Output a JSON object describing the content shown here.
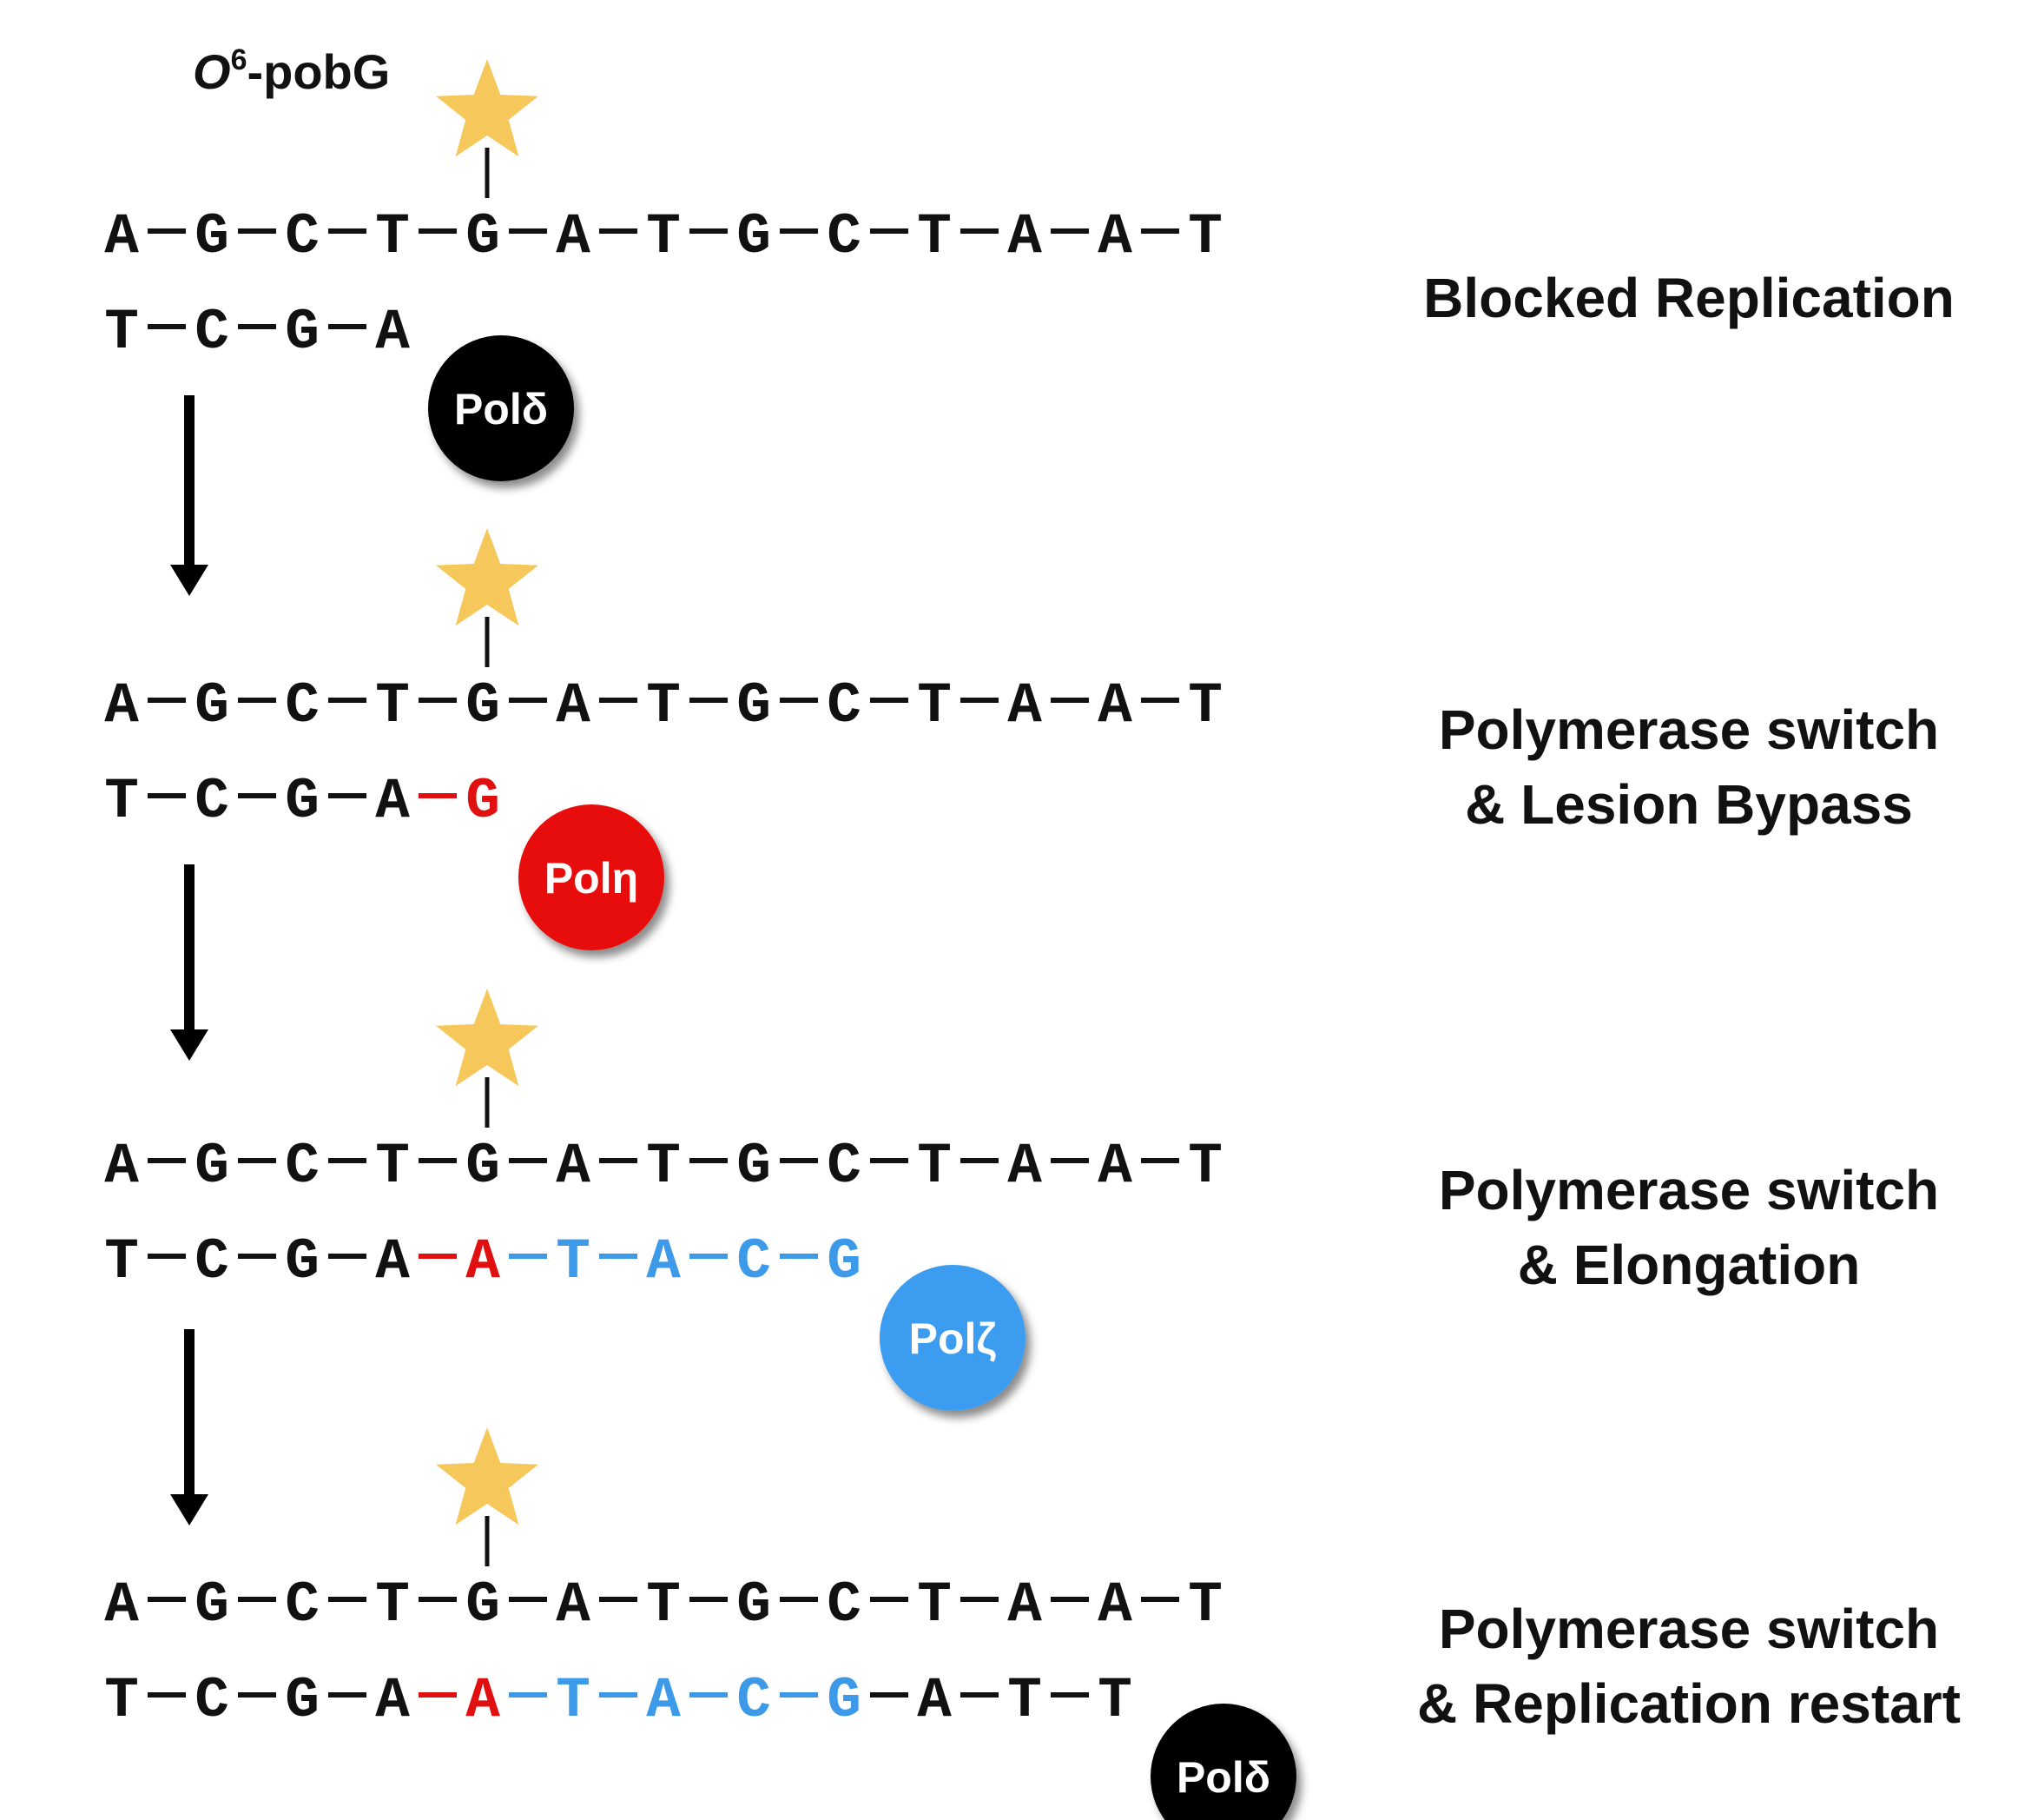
{
  "lesion": {
    "name_italic": "O",
    "name_sup": "6",
    "name_rest": "-pobG"
  },
  "colors": {
    "star": "#f6c85c",
    "black": "#111111",
    "red": "#e01010",
    "blue": "#3d9ae8",
    "pol_delta": "#000000",
    "pol_eta": "#e80f0f",
    "pol_zeta": "#3b9cf0"
  },
  "template_strand": [
    "A",
    "G",
    "C",
    "T",
    "G",
    "A",
    "T",
    "G",
    "C",
    "T",
    "A",
    "A",
    "T"
  ],
  "lesion_index": 4,
  "steps": [
    {
      "label_lines": [
        "Blocked Replication"
      ],
      "primer": [
        {
          "base": "T",
          "color": "black"
        },
        {
          "base": "C",
          "color": "black"
        },
        {
          "base": "G",
          "color": "black"
        },
        {
          "base": "A",
          "color": "black"
        }
      ],
      "polymerase": {
        "name": "Polδ",
        "color": "pol_delta"
      }
    },
    {
      "label_lines": [
        "Polymerase switch",
        "& Lesion Bypass"
      ],
      "primer": [
        {
          "base": "T",
          "color": "black"
        },
        {
          "base": "C",
          "color": "black"
        },
        {
          "base": "G",
          "color": "black"
        },
        {
          "base": "A",
          "color": "black"
        },
        {
          "base": "G",
          "color": "red"
        }
      ],
      "polymerase": {
        "name": "Polη",
        "color": "pol_eta"
      }
    },
    {
      "label_lines": [
        "Polymerase switch",
        "& Elongation"
      ],
      "primer": [
        {
          "base": "T",
          "color": "black"
        },
        {
          "base": "C",
          "color": "black"
        },
        {
          "base": "G",
          "color": "black"
        },
        {
          "base": "A",
          "color": "black"
        },
        {
          "base": "A",
          "color": "red"
        },
        {
          "base": "T",
          "color": "blue"
        },
        {
          "base": "A",
          "color": "blue"
        },
        {
          "base": "C",
          "color": "blue"
        },
        {
          "base": "G",
          "color": "blue"
        }
      ],
      "polymerase": {
        "name": "Polζ",
        "color": "pol_zeta"
      }
    },
    {
      "label_lines": [
        "Polymerase switch",
        "& Replication restart"
      ],
      "primer": [
        {
          "base": "T",
          "color": "black"
        },
        {
          "base": "C",
          "color": "black"
        },
        {
          "base": "G",
          "color": "black"
        },
        {
          "base": "A",
          "color": "black"
        },
        {
          "base": "A",
          "color": "red"
        },
        {
          "base": "T",
          "color": "blue"
        },
        {
          "base": "A",
          "color": "blue"
        },
        {
          "base": "C",
          "color": "blue"
        },
        {
          "base": "G",
          "color": "blue"
        },
        {
          "base": "A",
          "color": "black"
        },
        {
          "base": "T",
          "color": "black"
        },
        {
          "base": "T",
          "color": "black"
        }
      ],
      "polymerase": {
        "name": "Polδ",
        "color": "pol_delta"
      }
    }
  ]
}
